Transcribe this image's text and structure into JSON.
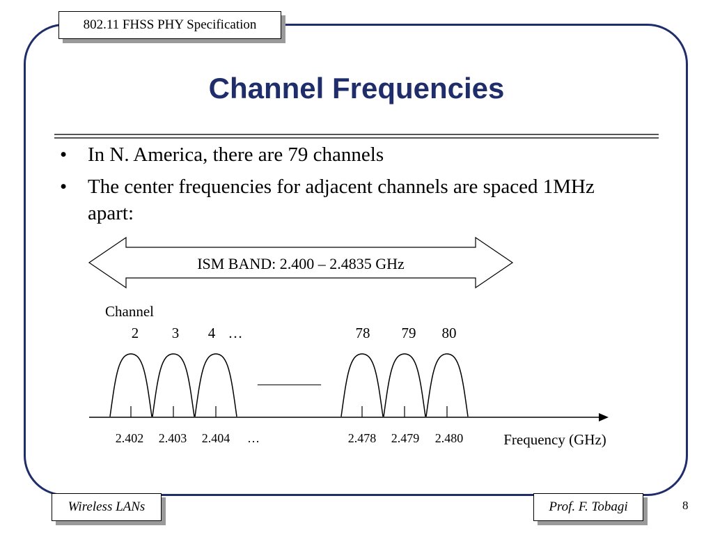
{
  "header_tag": "802.11 FHSS PHY Specification",
  "title": "Channel Frequencies",
  "bullets": [
    "In N. America, there are 79 channels",
    "The center frequencies for adjacent channels are spaced 1MHz apart:"
  ],
  "diagram": {
    "band_label": "ISM BAND: 2.400 – 2.4835 GHz",
    "channel_label": "Channel",
    "channels": [
      "2",
      "3",
      "4",
      "78",
      "79",
      "80"
    ],
    "channel_ellipsis": "…",
    "gap_dashes": "––––––––––",
    "frequencies": [
      "2.402",
      "2.403",
      "2.404",
      "2.478",
      "2.479",
      "2.480"
    ],
    "freq_ellipsis": "…",
    "axis_label": "Frequency (GHz)"
  },
  "footer": {
    "left": "Wireless LANs",
    "right": "Prof. F. Tobagi",
    "page": "8"
  }
}
